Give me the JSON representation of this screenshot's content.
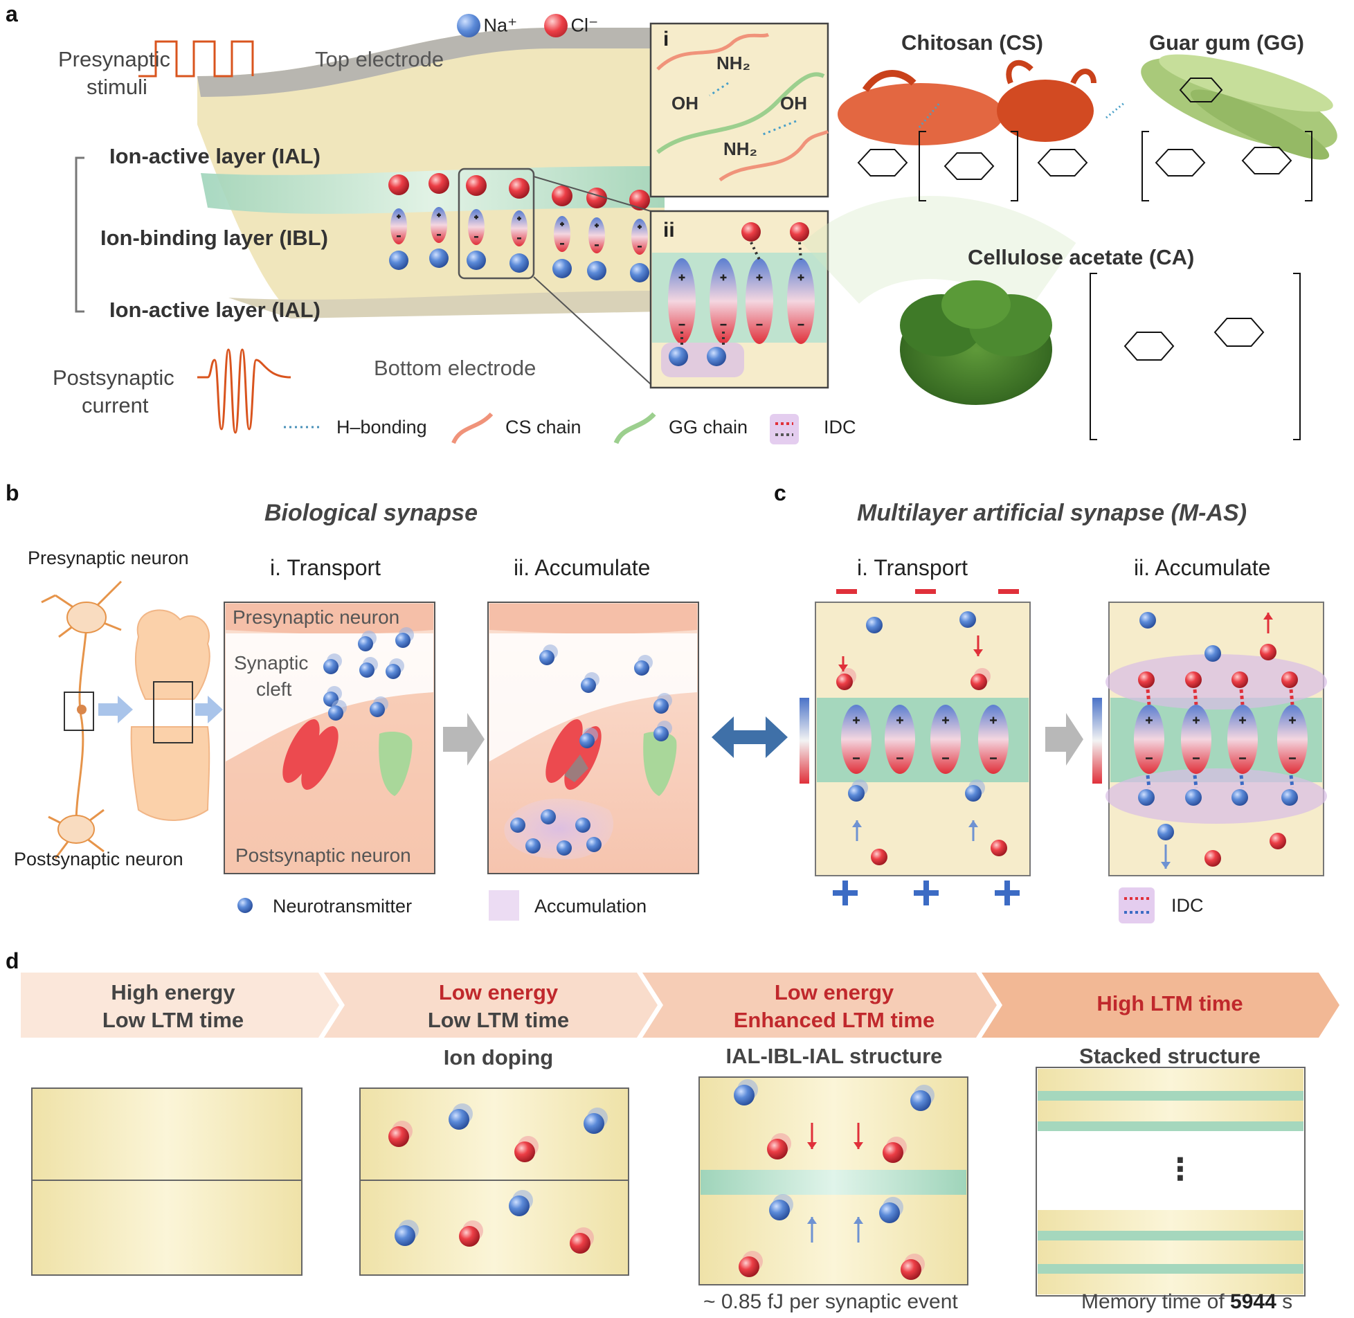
{
  "panels": {
    "a": "a",
    "b": "b",
    "c": "c",
    "d": "d"
  },
  "panel_a": {
    "ions": {
      "na": "Na⁺",
      "cl": "Cl⁻"
    },
    "presynaptic": [
      "Presynaptic",
      "stimuli"
    ],
    "top_electrode": "Top electrode",
    "bottom_electrode": "Bottom electrode",
    "postsynaptic": [
      "Postsynaptic",
      "current"
    ],
    "layers": {
      "ial_top": "Ion-active layer (IAL)",
      "ibl": "Ion-binding layer (IBL)",
      "ial_bottom": "Ion-active layer (IAL)"
    },
    "inset_i": {
      "label": "i",
      "groups": [
        "NH₂",
        "OH",
        "OH",
        "NH₂"
      ]
    },
    "inset_ii": {
      "label": "ii"
    },
    "materials": {
      "cs": "Chitosan (CS)",
      "gg": "Guar gum (GG)",
      "ca": "Cellulose acetate (CA)"
    },
    "legend": [
      "H–bonding",
      "CS chain",
      "GG chain",
      "IDC"
    ]
  },
  "panel_b": {
    "title": "Biological synapse",
    "presynaptic_neuron": "Presynaptic neuron",
    "postsynaptic_neuron": "Postsynaptic neuron",
    "step1": "i. Transport",
    "step2": "ii. Accumulate",
    "box_pre": "Presynaptic neuron",
    "cleft": [
      "Synaptic",
      "cleft"
    ],
    "box_post": "Postsynaptic neuron",
    "legend": [
      "Neurotransmitter",
      "Accumulation"
    ]
  },
  "panel_c": {
    "title": "Multilayer artificial synapse (M-AS)",
    "step1": "i. Transport",
    "step2": "ii. Accumulate",
    "legend": "IDC"
  },
  "panel_d": {
    "stages": [
      {
        "line1": "High energy",
        "line2": "Low LTM time",
        "sub": ""
      },
      {
        "line1": "Low energy",
        "line2": "Low LTM time",
        "sub": "Ion doping"
      },
      {
        "line1": "Low energy",
        "line2": "Enhanced LTM time",
        "sub": "IAL-IBL-IAL structure"
      },
      {
        "line1": "",
        "line2": "High LTM time",
        "sub": "Stacked structure"
      }
    ],
    "energy_note": "~ 0.85 fJ per synaptic event",
    "memory_note_prefix": "Memory time of ",
    "memory_value": "5944",
    "memory_unit": " s",
    "ellipsis": "⋮"
  },
  "colors": {
    "na": "#4a78c8",
    "cl": "#e0303a",
    "ial": "#f3e7b4",
    "ibl": "#bfe3cf",
    "waveform": "#d9541e",
    "arrow_band": "#f4c9ad"
  }
}
